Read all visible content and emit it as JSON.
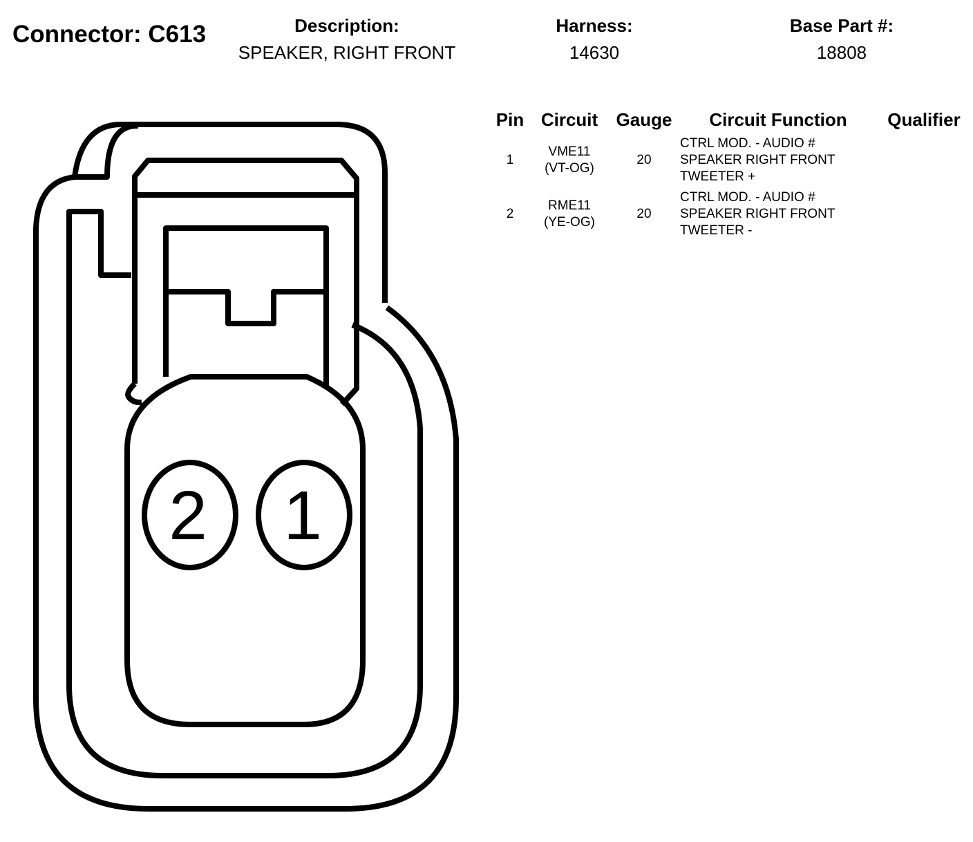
{
  "connector": {
    "label": "Connector:",
    "id": "C613"
  },
  "description": {
    "label": "Description:",
    "value": "SPEAKER, RIGHT FRONT"
  },
  "harness": {
    "label": "Harness:",
    "value": "14630"
  },
  "base_part": {
    "label": "Base Part #:",
    "value": "18808"
  },
  "table": {
    "headers": {
      "pin": "Pin",
      "circuit": "Circuit",
      "gauge": "Gauge",
      "function": "Circuit Function",
      "qualifier": "Qualifier"
    },
    "rows": [
      {
        "pin": "1",
        "circuit": "VME11",
        "color": "(VT-OG)",
        "gauge": "20",
        "function_1": "CTRL MOD. - AUDIO #",
        "function_2": "SPEAKER RIGHT FRONT",
        "function_3": "TWEETER +",
        "qualifier": ""
      },
      {
        "pin": "2",
        "circuit": "RME11",
        "color": "(YE-OG)",
        "gauge": "20",
        "function_1": "CTRL MOD. - AUDIO #",
        "function_2": "SPEAKER RIGHT FRONT",
        "function_3": "TWEETER -",
        "qualifier": ""
      }
    ]
  },
  "diagram": {
    "cavity_left_label": "2",
    "cavity_right_label": "1"
  }
}
